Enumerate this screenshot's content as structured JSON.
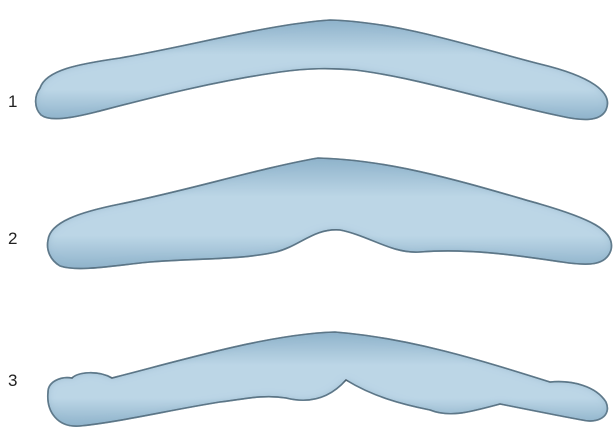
{
  "colors": {
    "fill_center": "#bcd6e6",
    "fill_edge": "#8fb3cb",
    "outline": "#1e2a33",
    "background": "#ffffff"
  },
  "shapes": [
    {
      "label": "1"
    },
    {
      "label": "2"
    },
    {
      "label": "3"
    }
  ]
}
